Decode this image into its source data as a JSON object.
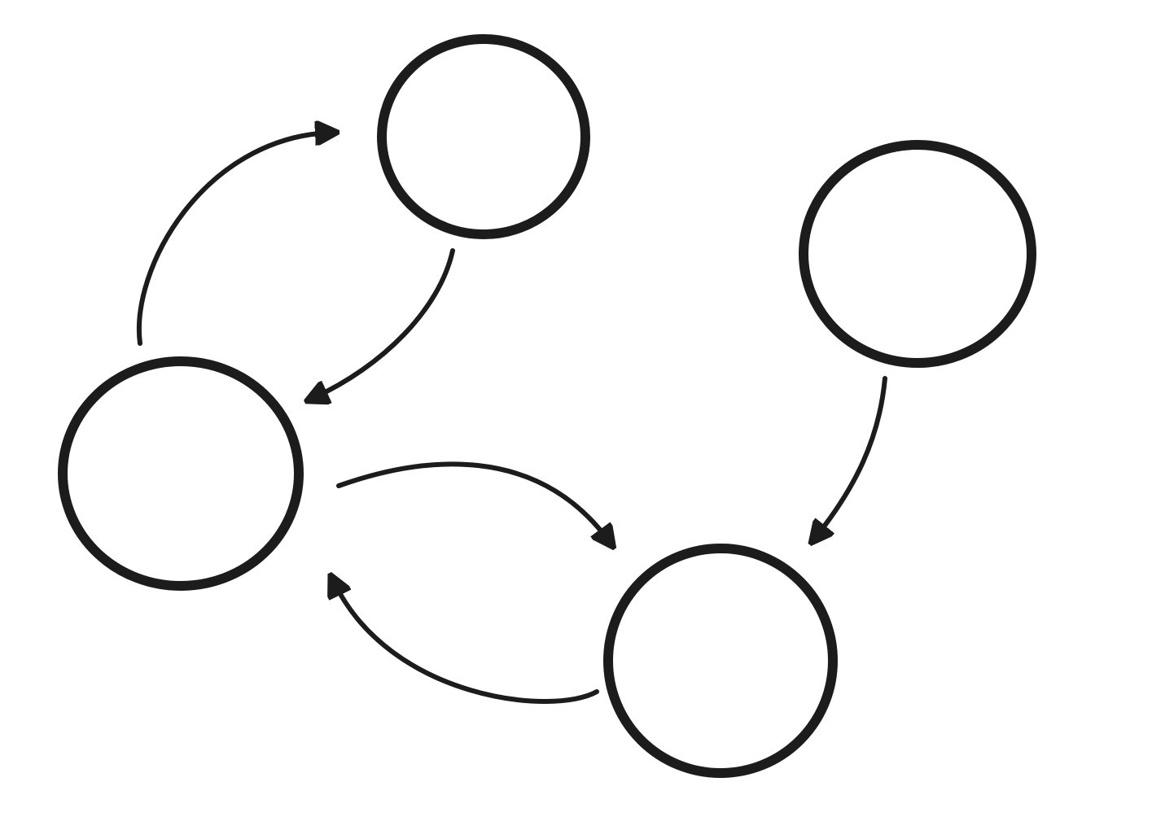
{
  "diagram": {
    "style": "hand-drawn",
    "colors": {
      "stroke": "#1c1c1c",
      "background": "#ffffff"
    },
    "nodes": [
      {
        "id": "top",
        "label": ""
      },
      {
        "id": "right",
        "label": ""
      },
      {
        "id": "left",
        "label": ""
      },
      {
        "id": "bottom",
        "label": ""
      }
    ],
    "edges": [
      {
        "from": "left",
        "to": "top"
      },
      {
        "from": "top",
        "to": "left"
      },
      {
        "from": "left",
        "to": "bottom"
      },
      {
        "from": "right",
        "to": "bottom"
      },
      {
        "from": "bottom",
        "to": "left"
      }
    ]
  }
}
